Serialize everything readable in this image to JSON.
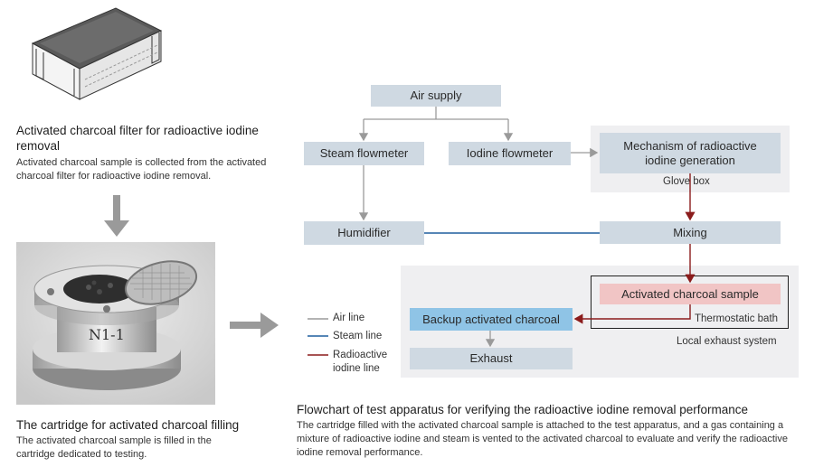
{
  "left": {
    "filter_title": "Activated charcoal filter for radioactive iodine removal",
    "filter_desc": "Activated charcoal sample is collected from the activated charcoal filter for radioactive iodine removal.",
    "cartridge_title": "The cartridge for activated charcoal filling",
    "cartridge_desc": "The activated charcoal sample is filled in the cartridge dedicated to testing.",
    "cartridge_engraving": "N1-1"
  },
  "flowchart": {
    "air_supply": "Air supply",
    "steam_flowmeter": "Steam flowmeter",
    "iodine_flowmeter": "Iodine flowmeter",
    "mechanism": "Mechanism of radioactive iodine generation",
    "glove_box": "Glove box",
    "humidifier": "Humidifier",
    "mixing": "Mixing",
    "activated_sample": "Activated charcoal sample",
    "thermostatic_bath": "Thermostatic bath",
    "backup": "Backup activated charcoal",
    "exhaust": "Exhaust",
    "local_exhaust": "Local exhaust system"
  },
  "legend": {
    "air": "Air line",
    "steam": "Steam line",
    "iodine": "Radioactive iodine line",
    "colors": {
      "air": "#9a9a9a",
      "steam": "#1f5f9e",
      "iodine": "#8b1c1c"
    }
  },
  "caption": {
    "title": "Flowchart of test apparatus for verifying the radioactive iodine removal performance",
    "desc": "The cartridge filled with the activated charcoal sample is attached to the test apparatus, and a gas containing a mixture of radioactive iodine and steam is vented to the activated charcoal to evaluate and verify the radioactive iodine removal performance."
  }
}
